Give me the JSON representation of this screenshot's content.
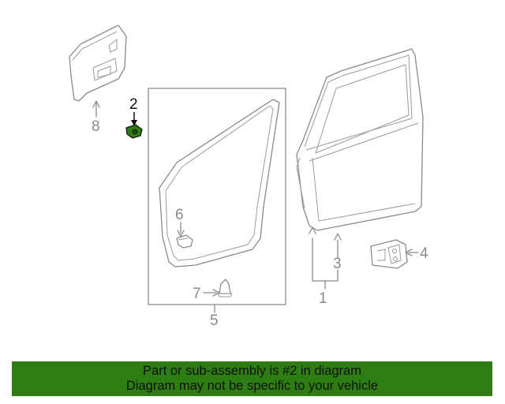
{
  "callouts": {
    "c1": "1",
    "c2": "2",
    "c3": "3",
    "c4": "4",
    "c5": "5",
    "c6": "6",
    "c7": "7",
    "c8": "8"
  },
  "highlight_color": "#2e7d12",
  "footer": {
    "line1": "Part or sub-assembly is #2 in diagram",
    "line2": "Diagram may not be specific to your vehicle"
  }
}
